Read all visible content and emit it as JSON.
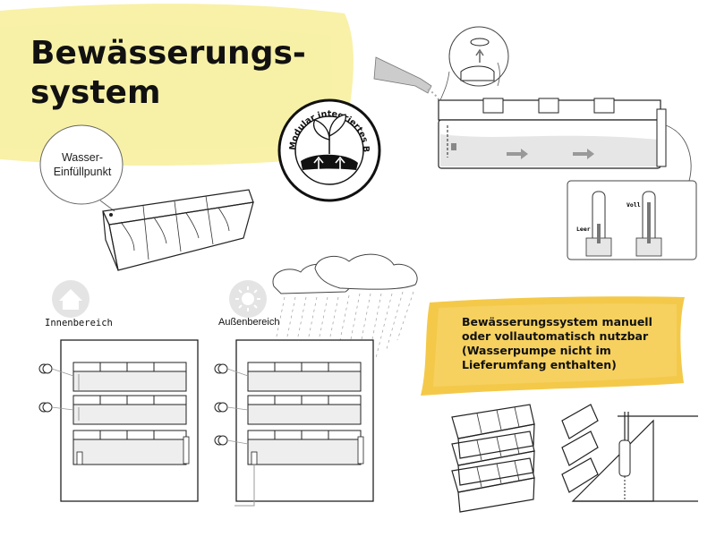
{
  "title": {
    "line1": "Bewässerungs-",
    "line2": "system"
  },
  "bubble": {
    "line1": "Wasser-",
    "line2": "Einfüllpunkt"
  },
  "seal": {
    "text": "Modular integriertes Bewässerungssystem"
  },
  "gauge": {
    "full_label": "Voll",
    "empty_label": "Leer"
  },
  "labels": {
    "indoor": "Innenbereich",
    "outdoor": "Außenbereich"
  },
  "banner": {
    "line1": "Bewässerungssystem manuell",
    "line2": "oder vollautomatisch nutzbar",
    "line3": "(Wasserpumpe nicht im",
    "line4": "Lieferumfang enthalten)"
  },
  "colors": {
    "highlight": "#f5ec8a",
    "banner": "#f4c94a",
    "water": "#e6e6e6",
    "line": "#222222"
  },
  "icons": [
    "house-icon",
    "sun-icon",
    "cloud-icon",
    "rain-icon",
    "seedling-icon",
    "watering-can-icon",
    "arrow-right-icon",
    "water-inlet-icon"
  ]
}
